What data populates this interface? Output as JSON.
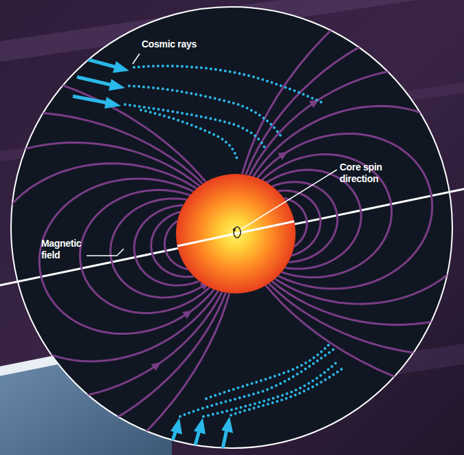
{
  "diagram": {
    "labels": [
      "Cosmic rays",
      "Core spin direction",
      "Magnetic field"
    ]
  }
}
